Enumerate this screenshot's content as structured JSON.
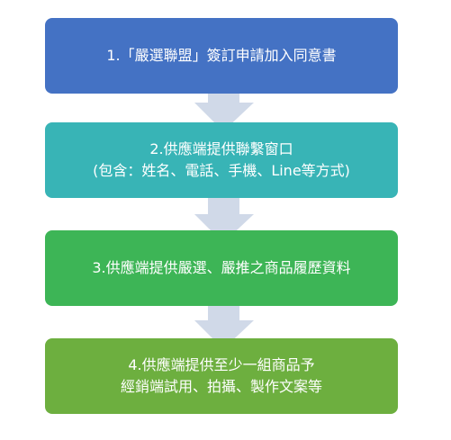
{
  "steps": [
    {
      "lines": [
        "1.「嚴選聯盟」簽訂申請加入同意書"
      ],
      "color": "#4472C4"
    },
    {
      "lines": [
        "2.供應端提供聯繫窗口",
        "(包含：姓名、電話、手機、Line等方式)"
      ],
      "color": "#38B4B6"
    },
    {
      "lines": [
        "3.供應端提供嚴選、嚴推之商品履歷資料"
      ],
      "color": "#3DB556"
    },
    {
      "lines": [
        "4.供應端提供至少一組商品予",
        "經銷端試用、拍攝、製作文案等"
      ],
      "color": "#6DAF3F"
    }
  ],
  "arrow_color": "#D0D9E8"
}
